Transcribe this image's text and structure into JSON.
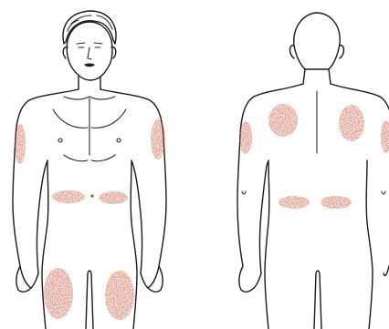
{
  "figure": {
    "views": [
      {
        "id": "front",
        "sites": [
          "left-upper-arm",
          "right-upper-arm",
          "abdomen-left",
          "abdomen-right",
          "left-thigh",
          "right-thigh"
        ]
      },
      {
        "id": "back",
        "sites": [
          "left-upper-arm",
          "right-upper-arm",
          "left-shoulder-blade",
          "right-shoulder-blade",
          "lower-back-left",
          "lower-back-right"
        ]
      }
    ],
    "colors": {
      "injection_site": "#c9583c",
      "outline": "#1b1b1b",
      "hair": "#6e6e6e",
      "background": "#ffffff"
    }
  }
}
